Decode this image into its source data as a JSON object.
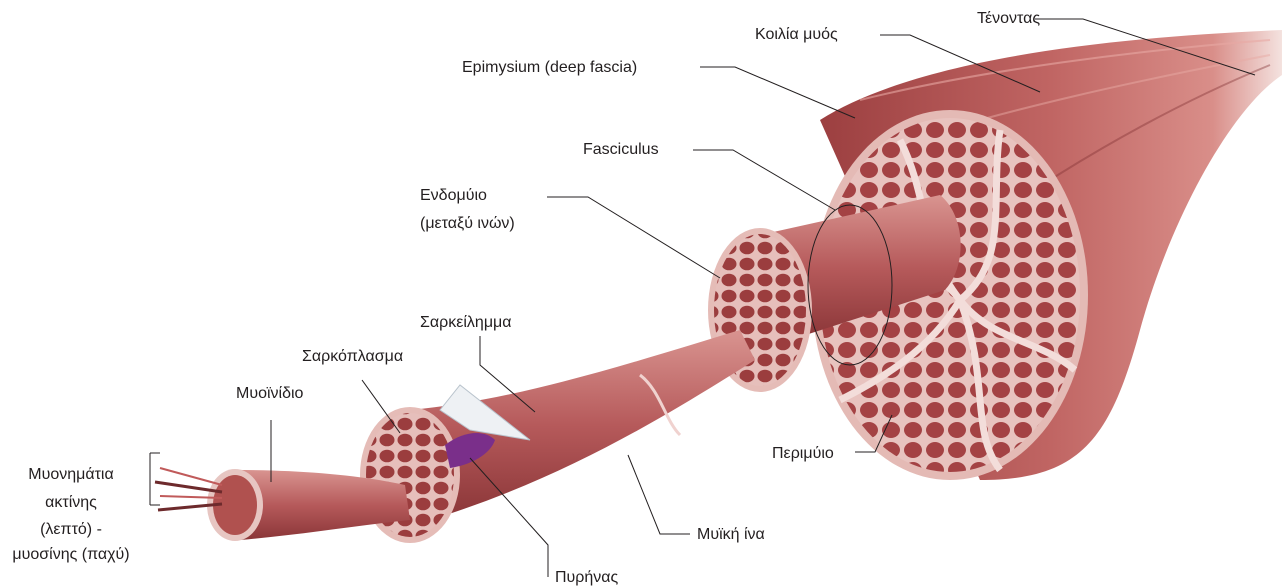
{
  "labels": {
    "tendon": "Τένοντας",
    "muscle_belly": "Κοιλία μυός",
    "epimysium": "Epimysium (deep fascia)",
    "fasciculus": "Fasciculus",
    "endomysium_line1": "Ενδομύιο",
    "endomysium_line2": "(μεταξύ ινών)",
    "sarcolemma": "Σαρκείλημμα",
    "sarcoplasm": "Σαρκόπλασμα",
    "myofibril": "Μυοϊνίδιο",
    "myofilaments_line1": "Μυονημάτια",
    "myofilaments_line2": "ακτίνης",
    "myofilaments_line3": "(λεπτό) -",
    "myofilaments_line4": "μυοσίνης (παχύ)",
    "perimysium": "Περιμύιο",
    "muscle_fiber": "Μυϊκή ίνα",
    "nucleus": "Πυρήνας"
  },
  "colors": {
    "muscle_dark": "#8e3a3c",
    "muscle_mid": "#b8595a",
    "muscle_light": "#d98b86",
    "membrane": "#e9c8c4",
    "nucleus": "#7a2f8a",
    "line": "#231f20"
  }
}
